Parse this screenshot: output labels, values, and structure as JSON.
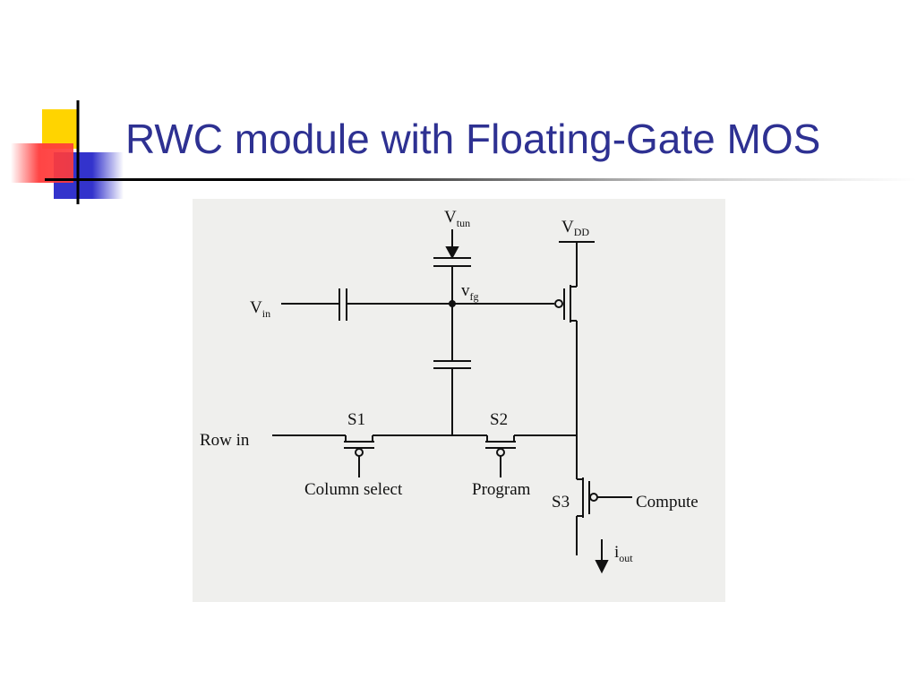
{
  "slide": {
    "title": "RWC module with Floating-Gate MOS"
  },
  "circuit": {
    "labels": {
      "v_tun_main": "V",
      "v_tun_sub": "tun",
      "v_dd_main": "V",
      "v_dd_sub": "DD",
      "v_in_main": "V",
      "v_in_sub": "in",
      "v_fg_main": "v",
      "v_fg_sub": "fg",
      "row_in": "Row in",
      "s1": "S1",
      "s2": "S2",
      "s3": "S3",
      "column_select": "Column select",
      "program": "Program",
      "compute": "Compute",
      "i_out_main": "i",
      "i_out_sub": "out"
    }
  },
  "colors": {
    "title": "#2e3192",
    "deco_yellow": "#ffd400",
    "deco_red": "#ff3b3b",
    "deco_blue": "#3333cc",
    "scan_background": "#efefed",
    "ink": "#111111"
  }
}
